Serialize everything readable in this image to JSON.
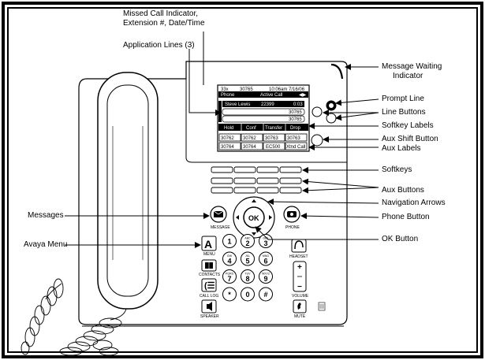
{
  "callouts": {
    "missed_call_line1": "Missed Call Indicator,",
    "missed_call_line2": "Extension #, Date/Time",
    "application_lines": "Application Lines (3)",
    "message_waiting_line1": "Message Waiting",
    "message_waiting_line2": "Indicator",
    "prompt_line": "Prompt Line",
    "line_buttons": "Line Buttons",
    "softkey_labels": "Softkey Labels",
    "aux_shift_button": "Aux Shift Button",
    "aux_labels": "Aux Labels",
    "softkeys": "Softkeys",
    "aux_buttons": "Aux Buttons",
    "navigation_arrows": "Navigation Arrows",
    "messages": "Messages",
    "phone_button": "Phone Button",
    "avaya_menu": "Avaya Menu",
    "ok_button": "OK Button"
  },
  "screen": {
    "status_left": "33x",
    "status_ext": "30765",
    "status_datetime": "10:06am 7/16/06",
    "prompt_left": "Phone",
    "prompt_center": "Active Call",
    "prompt_arrows": "◀▶",
    "line1_name": "Steve Lewis",
    "line1_ext": "22399",
    "line1_time": "0:03",
    "line2": "30765",
    "line3": "30765",
    "softkeys": [
      "Hold",
      "Conf",
      "Transfer",
      "Drop"
    ],
    "aux_row1": [
      "30762",
      "30762",
      "30763",
      "30763"
    ],
    "aux_row2": [
      "30764",
      "30764",
      "EC500",
      "Xtnd Call"
    ]
  },
  "keys": {
    "message_label": "MESSAGE",
    "phone_label": "PHONE",
    "ok_label": "OK",
    "menu_label": "MENU",
    "contacts_label": "CONTACTS",
    "call_log_label": "CALL LOG",
    "speaker_label": "SPEAKER",
    "headset_label": "HEADSET",
    "volume_label": "VOLUME",
    "mute_label": "MUTE",
    "volume_plus": "+",
    "volume_minus": "−",
    "dialpad": [
      {
        "digit": "1",
        "sub": ""
      },
      {
        "digit": "2",
        "sub": "ABC"
      },
      {
        "digit": "3",
        "sub": "DEF"
      },
      {
        "digit": "4",
        "sub": "GHI"
      },
      {
        "digit": "5",
        "sub": "JKL"
      },
      {
        "digit": "6",
        "sub": "MNO"
      },
      {
        "digit": "7",
        "sub": "PQRS"
      },
      {
        "digit": "8",
        "sub": "TUV"
      },
      {
        "digit": "9",
        "sub": "WXYZ"
      },
      {
        "digit": "*",
        "sub": ""
      },
      {
        "digit": "0",
        "sub": ""
      },
      {
        "digit": "#",
        "sub": ""
      }
    ]
  },
  "icons": [
    "envelope-icon",
    "phone-icon",
    "avaya-a-icon",
    "contacts-book-icon",
    "call-log-icon",
    "speaker-icon",
    "headset-icon",
    "mute-icon",
    "voicemail-icon",
    "chevron-left-icon",
    "chevron-right-icon",
    "chevron-up-icon",
    "chevron-down-icon"
  ]
}
